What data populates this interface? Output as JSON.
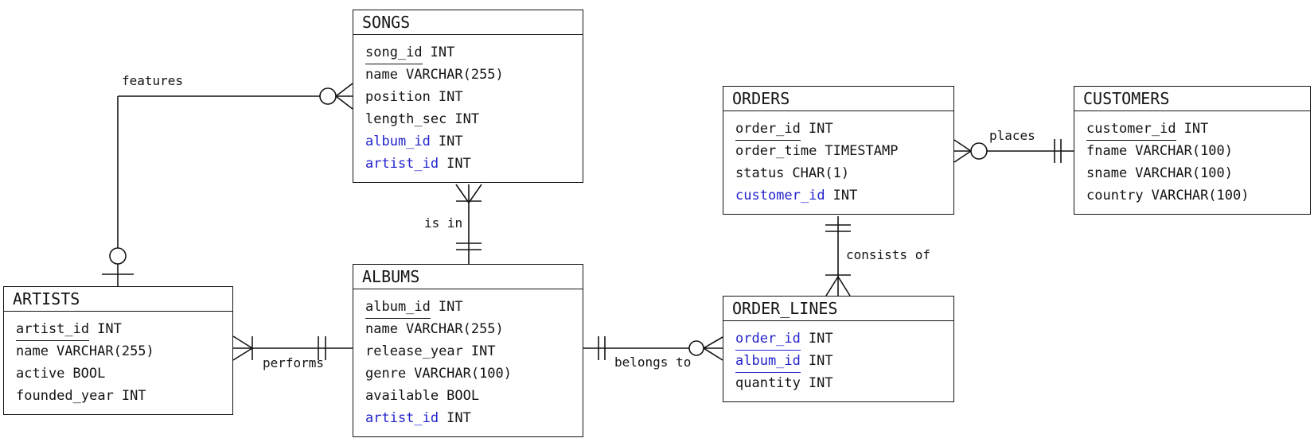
{
  "diagram": {
    "colors": {
      "text": "#141414",
      "line": "#141414",
      "foreign_key_text": "#2323cd",
      "background": "#ffffff"
    },
    "tables": {
      "songs": {
        "title": "SONGS",
        "fields": [
          {
            "name": "song_id",
            "type": "INT",
            "key": "pk"
          },
          {
            "name": "name",
            "type": "VARCHAR(255)",
            "key": ""
          },
          {
            "name": "position",
            "type": "INT",
            "key": ""
          },
          {
            "name": "length_sec",
            "type": "INT",
            "key": ""
          },
          {
            "name": "album_id",
            "type": "INT",
            "key": "fk"
          },
          {
            "name": "artist_id",
            "type": "INT",
            "key": "fk"
          }
        ]
      },
      "artists": {
        "title": "ARTISTS",
        "fields": [
          {
            "name": "artist_id",
            "type": "INT",
            "key": "pk"
          },
          {
            "name": "name",
            "type": "VARCHAR(255)",
            "key": ""
          },
          {
            "name": "active",
            "type": "BOOL",
            "key": ""
          },
          {
            "name": "founded_year",
            "type": "INT",
            "key": ""
          }
        ]
      },
      "albums": {
        "title": "ALBUMS",
        "fields": [
          {
            "name": "album_id",
            "type": "INT",
            "key": "pk"
          },
          {
            "name": "name",
            "type": "VARCHAR(255)",
            "key": ""
          },
          {
            "name": "release_year",
            "type": "INT",
            "key": ""
          },
          {
            "name": "genre",
            "type": "VARCHAR(100)",
            "key": ""
          },
          {
            "name": "available",
            "type": "BOOL",
            "key": ""
          },
          {
            "name": "artist_id",
            "type": "INT",
            "key": "fk"
          }
        ]
      },
      "orders": {
        "title": "ORDERS",
        "fields": [
          {
            "name": "order_id",
            "type": "INT",
            "key": "pk"
          },
          {
            "name": "order_time",
            "type": "TIMESTAMP",
            "key": ""
          },
          {
            "name": "status",
            "type": "CHAR(1)",
            "key": ""
          },
          {
            "name": "customer_id",
            "type": "INT",
            "key": "fk"
          }
        ]
      },
      "order_lines": {
        "title": "ORDER_LINES",
        "fields": [
          {
            "name": "order_id",
            "type": "INT",
            "key": "pkfk"
          },
          {
            "name": "album_id",
            "type": "INT",
            "key": "pkfk"
          },
          {
            "name": "quantity",
            "type": "INT",
            "key": ""
          }
        ]
      },
      "customers": {
        "title": "CUSTOMERS",
        "fields": [
          {
            "name": "customer_id",
            "type": "INT",
            "key": "pk"
          },
          {
            "name": "fname",
            "type": "VARCHAR(100)",
            "key": ""
          },
          {
            "name": "sname",
            "type": "VARCHAR(100)",
            "key": ""
          },
          {
            "name": "country",
            "type": "VARCHAR(100)",
            "key": ""
          }
        ]
      }
    },
    "relationships": {
      "features": {
        "label": "features",
        "from": "ARTISTS",
        "to": "SONGS",
        "from_symbol": "zero-or-one",
        "to_symbol": "zero-or-many"
      },
      "is_in": {
        "label": "is in",
        "from": "SONGS",
        "to": "ALBUMS",
        "from_symbol": "one-or-many",
        "to_symbol": "exactly-one"
      },
      "performs": {
        "label": "performs",
        "from": "ARTISTS",
        "to": "ALBUMS",
        "from_symbol": "one-or-many",
        "to_symbol": "exactly-one"
      },
      "belongs_to": {
        "label": "belongs to",
        "from": "ALBUMS",
        "to": "ORDER_LINES",
        "from_symbol": "exactly-one",
        "to_symbol": "zero-or-many"
      },
      "places": {
        "label": "places",
        "from": "ORDERS",
        "to": "CUSTOMERS",
        "from_symbol": "zero-or-many",
        "to_symbol": "exactly-one"
      },
      "consists_of": {
        "label": "consists of",
        "from": "ORDERS",
        "to": "ORDER_LINES",
        "from_symbol": "exactly-one",
        "to_symbol": "one-or-many"
      }
    }
  }
}
